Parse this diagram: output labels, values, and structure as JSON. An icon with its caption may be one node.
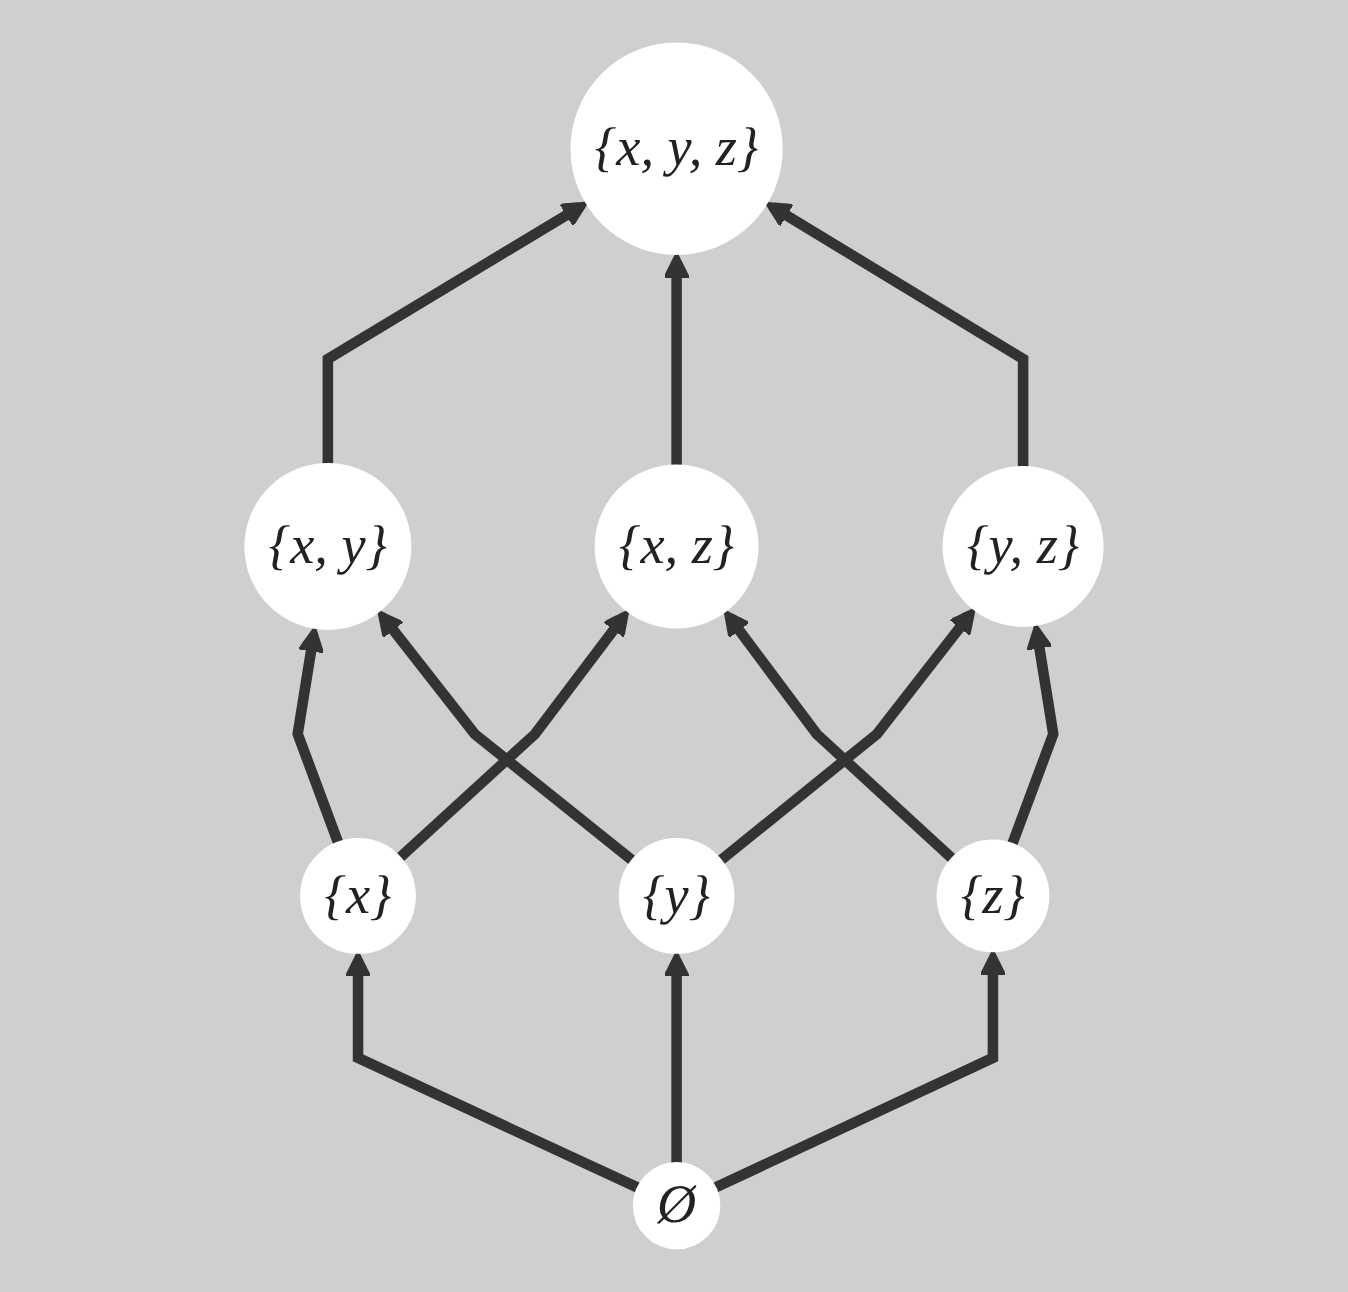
{
  "diagram": {
    "nodes": [
      {
        "text": [
          "{x, y, z}"
        ]
      },
      {
        "text": [
          "{x, y}"
        ]
      },
      {
        "text": [
          "{x, z}"
        ]
      },
      {
        "text": [
          "{y, z}"
        ]
      },
      {
        "text": [
          "{x}"
        ]
      },
      {
        "text": [
          "{y}"
        ]
      },
      {
        "text": [
          "{z}"
        ]
      },
      {
        "text": [
          "Ø"
        ]
      }
    ],
    "edges": [
      {
        "from": 7,
        "to": 4,
        "arrow": "to"
      },
      {
        "from": 7,
        "to": 5,
        "arrow": "to"
      },
      {
        "from": 7,
        "to": 6,
        "arrow": "to"
      },
      {
        "from": 4,
        "to": 1,
        "arrow": "to"
      },
      {
        "from": 4,
        "to": 2,
        "arrow": "to"
      },
      {
        "from": 5,
        "to": 1,
        "arrow": "to"
      },
      {
        "from": 5,
        "to": 3,
        "arrow": "to"
      },
      {
        "from": 6,
        "to": 2,
        "arrow": "to"
      },
      {
        "from": 6,
        "to": 3,
        "arrow": "to"
      },
      {
        "from": 1,
        "to": 0,
        "arrow": "to"
      },
      {
        "from": 2,
        "to": 0,
        "arrow": "to"
      },
      {
        "from": 3,
        "to": 0,
        "arrow": "to"
      }
    ]
  }
}
